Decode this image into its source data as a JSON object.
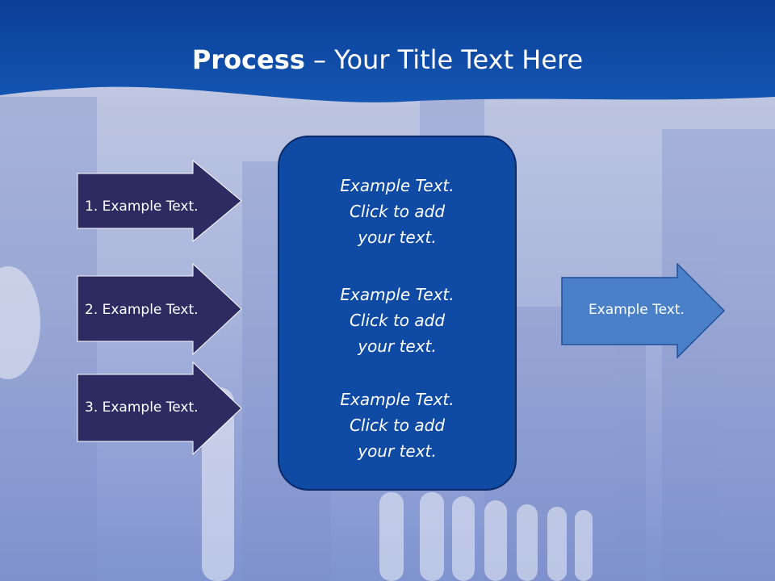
{
  "title": {
    "bold": "Process",
    "rest": " – Your Title Text Here"
  },
  "left_steps": [
    {
      "label": "1. Example Text."
    },
    {
      "label": "2. Example Text."
    },
    {
      "label": "3. Example Text."
    }
  ],
  "center_items": [
    {
      "lines": [
        "Example Text.",
        "Click  to add",
        "your text."
      ]
    },
    {
      "lines": [
        "Example Text.",
        "Click  to add",
        "your text."
      ]
    },
    {
      "lines": [
        "Example Text.",
        "Click  to add",
        "your text."
      ]
    }
  ],
  "output_arrow": {
    "label": "Example Text."
  },
  "colors": {
    "header": "#0e47a4",
    "step_arrow_fill": "#2e2b63",
    "center_box_fill": "#0f4aa5",
    "output_arrow_fill": "#4a80c8",
    "background": "#a9b6d9"
  }
}
